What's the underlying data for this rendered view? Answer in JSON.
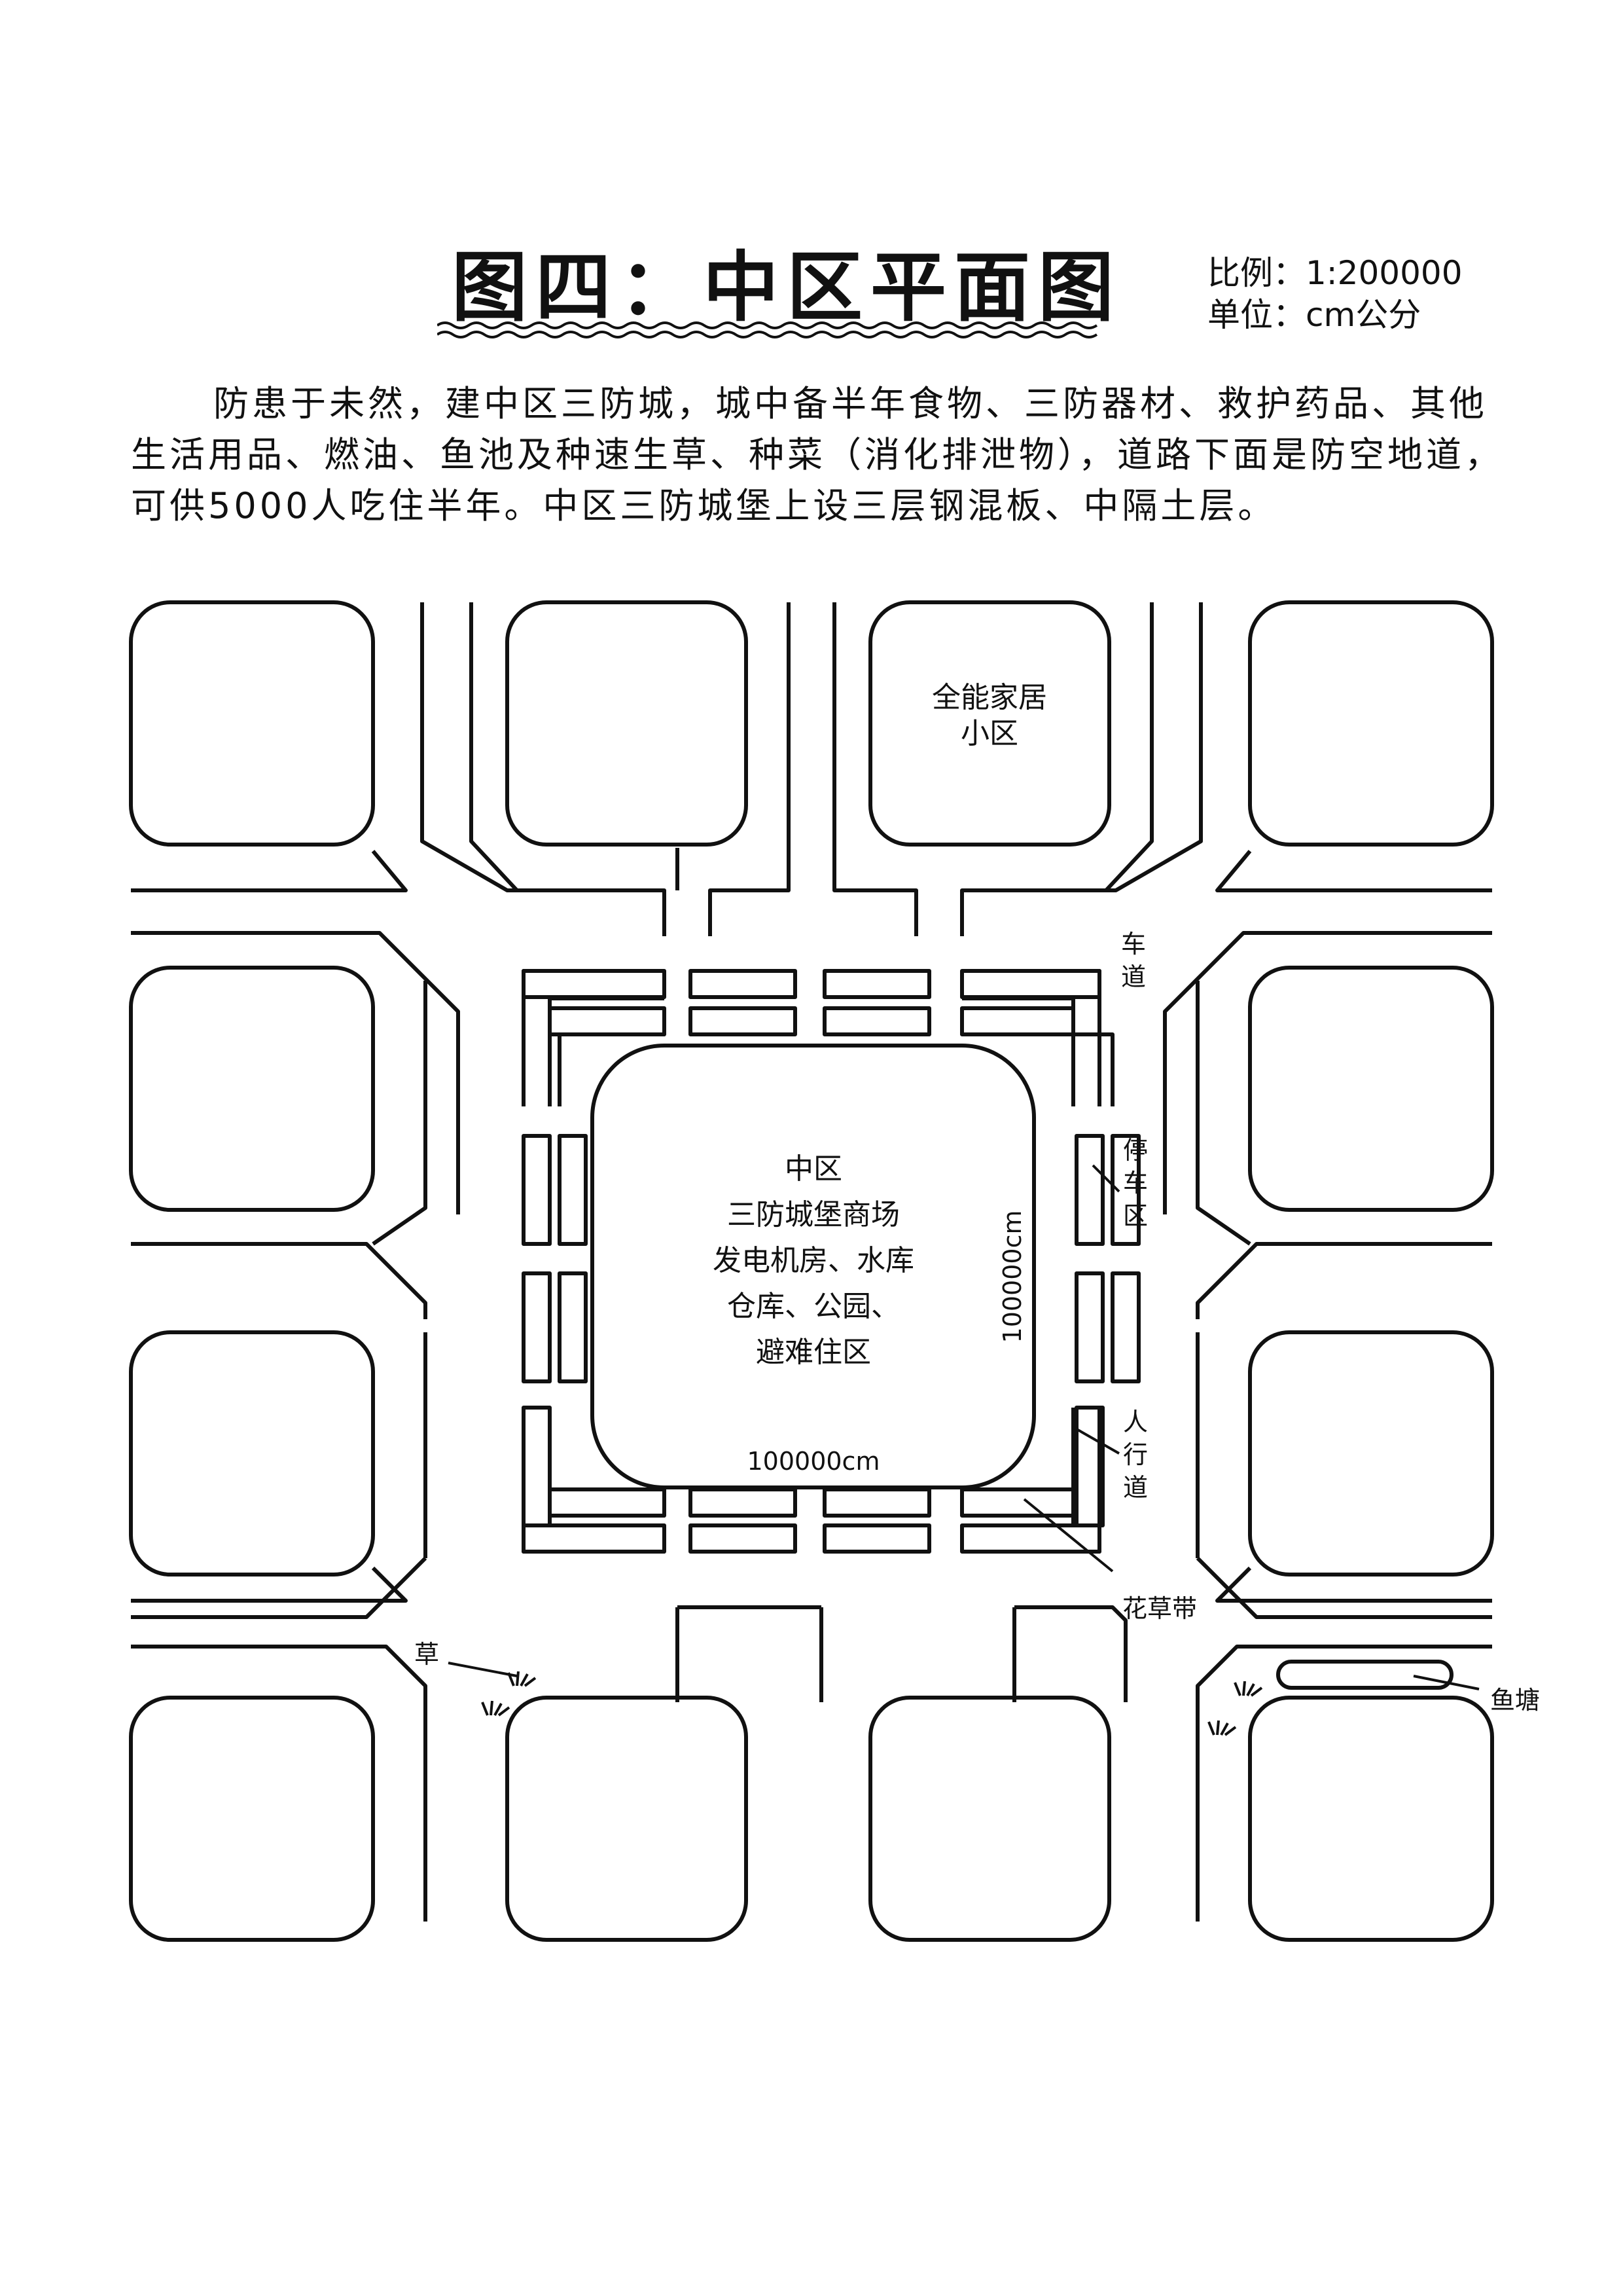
{
  "header": {
    "title": "图四：中区平面图",
    "scale": "比例：1:200000",
    "unit": "单位：cm公分"
  },
  "intro": "防患于未然，建中区三防城，城中备半年食物、三防器材、救护药品、其他生活用品、燃油、鱼池及种速生草、种菜（消化排泄物），道路下面是防空地道，可供5000人吃住半年。中区三防城堡上设三层钢混板、中隔土层。",
  "plan": {
    "residential_block": [
      "全能家居",
      "小区"
    ],
    "center_block": [
      "中区",
      "三防城堡商场",
      "发电机房、水库",
      "仓库、公园、",
      "避难住区"
    ],
    "dim_width": "100000cm",
    "dim_height": "100000cm",
    "labels": {
      "lane": [
        "车",
        "道"
      ],
      "parking": [
        "停",
        "车",
        "区"
      ],
      "sidewalk": [
        "人",
        "行",
        "道"
      ],
      "flowerbed": "花草带",
      "grass": "草",
      "fishpond": "鱼塘"
    }
  }
}
